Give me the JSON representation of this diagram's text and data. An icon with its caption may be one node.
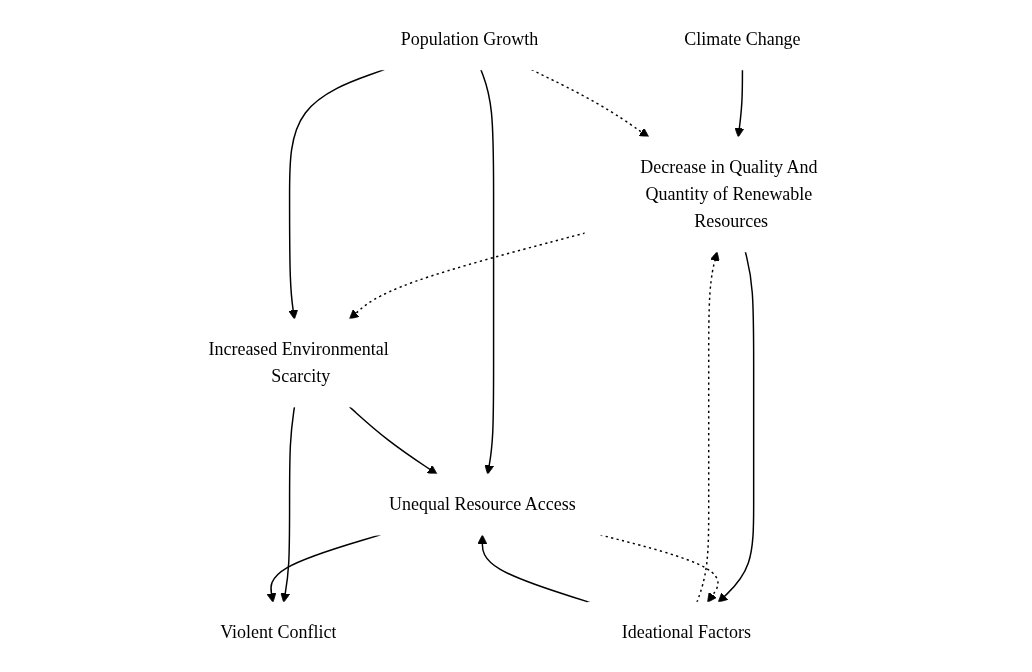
{
  "diagram": {
    "nodes": [
      {
        "text": [
          "Climate Change"
        ]
      },
      {
        "text": [
          "Decrease in Quality And Quantity of Renewable Resources"
        ]
      },
      {
        "text": [
          "Population Growth"
        ]
      },
      {
        "text": [
          "Increased Environmental Scarcity"
        ]
      },
      {
        "text": [
          "Violent Conflict"
        ]
      },
      {
        "text": [
          "Ideational Factors"
        ]
      },
      {
        "text": [
          "Unequal Resource Access"
        ]
      }
    ],
    "edges": [
      {
        "from": 0,
        "to": 1,
        "arrow": "to"
      },
      {
        "from": 1,
        "to": 3,
        "arrow": "to",
        "style": "dashed"
      },
      {
        "from": 2,
        "to": 1,
        "arrow": "to",
        "style": "dashed"
      },
      {
        "from": 1,
        "to": 5,
        "arrow": "to"
      },
      {
        "from": 5,
        "to": 1,
        "arrow": "to",
        "style": "dashed"
      },
      {
        "from": 2,
        "to": 3,
        "arrow": "to"
      },
      {
        "from": 3,
        "to": 4,
        "arrow": "to"
      },
      {
        "from": 2,
        "to": 6,
        "arrow": "to"
      },
      {
        "from": 3,
        "to": 6,
        "arrow": "to"
      },
      {
        "from": 6,
        "to": 4,
        "arrow": "to"
      },
      {
        "from": 5,
        "to": 6,
        "arrow": "to"
      },
      {
        "from": 6,
        "to": 5,
        "arrow": "to",
        "style": "dashed"
      }
    ]
  }
}
